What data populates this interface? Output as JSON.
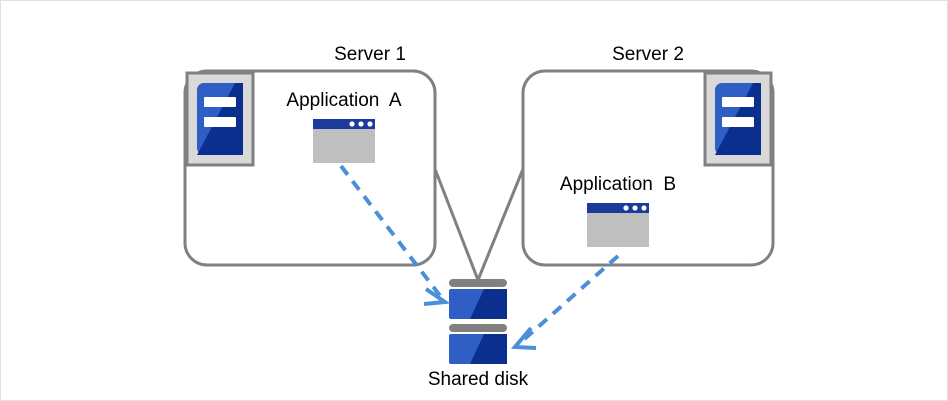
{
  "diagram": {
    "title_present": false,
    "colors": {
      "box_border": "#808080",
      "connector": "#808080",
      "arrow": "#4a90d9",
      "icon_blue_light": "#2f5fc4",
      "icon_blue_dark": "#0b2f8f",
      "icon_badge_fill": "#d9d9d9",
      "icon_badge_border": "#808080",
      "window_titlebar": "#1b3a9b",
      "window_body": "#bfbfbf",
      "disk_bar": "#808080",
      "page_border": "#e0e0e0",
      "background": "#ffffff",
      "text": "#000000"
    },
    "servers": [
      {
        "id": "server-1",
        "label": "Server 1",
        "icon_position": "top-left",
        "icon_name": "server-icon",
        "application": {
          "label": "Application  A",
          "icon_name": "application-window-icon"
        }
      },
      {
        "id": "server-2",
        "label": "Server 2",
        "icon_position": "top-right",
        "icon_name": "server-icon",
        "application": {
          "label": "Application  B",
          "icon_name": "application-window-icon"
        }
      }
    ],
    "storage": {
      "id": "shared-disk",
      "label": "Shared disk",
      "icon_name": "database-disk-icon",
      "block_count": 2
    },
    "connectors": [
      {
        "id": "server1-to-disk",
        "style": "solid",
        "color": "#808080",
        "arrowhead": false
      },
      {
        "id": "server2-to-disk",
        "style": "solid",
        "color": "#808080",
        "arrowhead": false
      }
    ],
    "flows": [
      {
        "id": "appA-to-disk",
        "from": "Application  A",
        "to": "Shared disk",
        "style": "dashed",
        "color": "#4a90d9",
        "arrowhead": true
      },
      {
        "id": "appB-to-disk",
        "from": "Application  B",
        "to": "Shared disk",
        "style": "dashed",
        "color": "#4a90d9",
        "arrowhead": true
      }
    ]
  }
}
